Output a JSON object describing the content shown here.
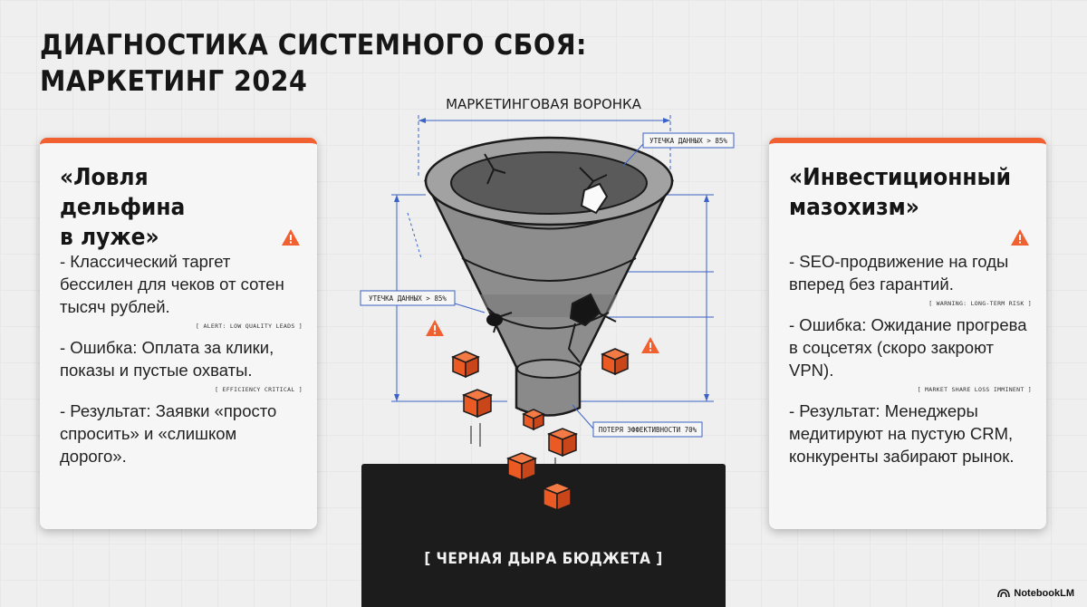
{
  "title": {
    "line1": "ДИАГНОСТИКА СИСТЕМНОГО СБОЯ:",
    "line2": "МАРКЕТИНГ 2024"
  },
  "left_card": {
    "title_line1": "«Ловля дельфина",
    "title_line2": "в луже»",
    "items": [
      {
        "text": "- Классический таргет бессилен для чеков от сотен тысяч рублей.",
        "tag": "[ ALERT: LOW QUALITY LEADS ]"
      },
      {
        "text": "- Ошибка: Оплата за клики, показы и пустые охваты.",
        "tag": "[ EFFICIENCY CRITICAL ]"
      },
      {
        "text": "- Результат: Заявки «просто спросить» и «слишком дорого».",
        "tag": ""
      }
    ]
  },
  "right_card": {
    "title_line1": "«Инвестиционный",
    "title_line2": "мазохизм»",
    "items": [
      {
        "text": "- SEO-продвижение на годы вперед без гарантий.",
        "tag": "[ WARNING: LONG-TERM RISK ]"
      },
      {
        "text": "- Ошибка: Ожидание прогрева в соцсетях (скоро закроют VPN).",
        "tag": "[ MARKET SHARE LOSS IMMINENT ]"
      },
      {
        "text": "- Результат: Менеджеры медитируют на пустую CRM, конкуренты забирают рынок.",
        "tag": ""
      }
    ]
  },
  "diagram": {
    "funnel_label": "МАРКЕТИНГОВАЯ ВОРОНКА",
    "callout_top": "УТЕЧКА ДАННЫХ > 85%",
    "callout_left": "УТЕЧКА ДАННЫХ > 85%",
    "callout_bottom": "ПОТЕРЯ ЭФФЕКТИВНОСТИ 70%",
    "black_hole_label": "[ ЧЕРНАЯ ДЫРА БЮДЖЕТА ]"
  },
  "logo": {
    "text": "NotebookLM",
    "icon": "notebooklm-logo-icon"
  },
  "colors": {
    "accent": "#f06030",
    "cube": "#ec5a24",
    "blueprint": "#3b62c6",
    "dark": "#1c1c1c"
  },
  "icons": [
    "warning-icon",
    "funnel-illustration",
    "cube-icon"
  ]
}
